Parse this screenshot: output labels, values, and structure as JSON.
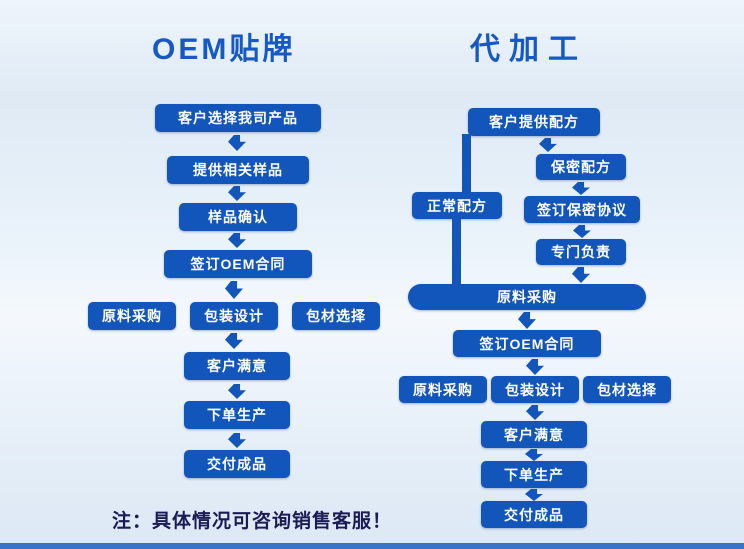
{
  "titles": {
    "oem": "OEM贴牌",
    "processing": "代加工"
  },
  "oem_flow": {
    "step1": "客户选择我司产品",
    "step2": "提供相关样品",
    "step3": "样品确认",
    "step4": "签订OEM合同",
    "branch1": "原料采购",
    "branch2": "包装设计",
    "branch3": "包材选择",
    "step5": "客户满意",
    "step6": "下单生产",
    "step7": "交付成品"
  },
  "processing_flow": {
    "step1": "客户提供配方",
    "secret": "保密配方",
    "normal": "正常配方",
    "agreement": "签订保密协议",
    "dedicated": "专门负责",
    "material": "原料采购",
    "contract": "签订OEM合同",
    "branch1": "原料采购",
    "branch2": "包装设计",
    "branch3": "包材选择",
    "step5": "客户满意",
    "step6": "下单生产",
    "step7": "交付成品"
  },
  "note": "注：具体情况可咨询销售客服！",
  "colors": {
    "box_blue": "#1356bb",
    "title_blue": "#1659c5"
  }
}
